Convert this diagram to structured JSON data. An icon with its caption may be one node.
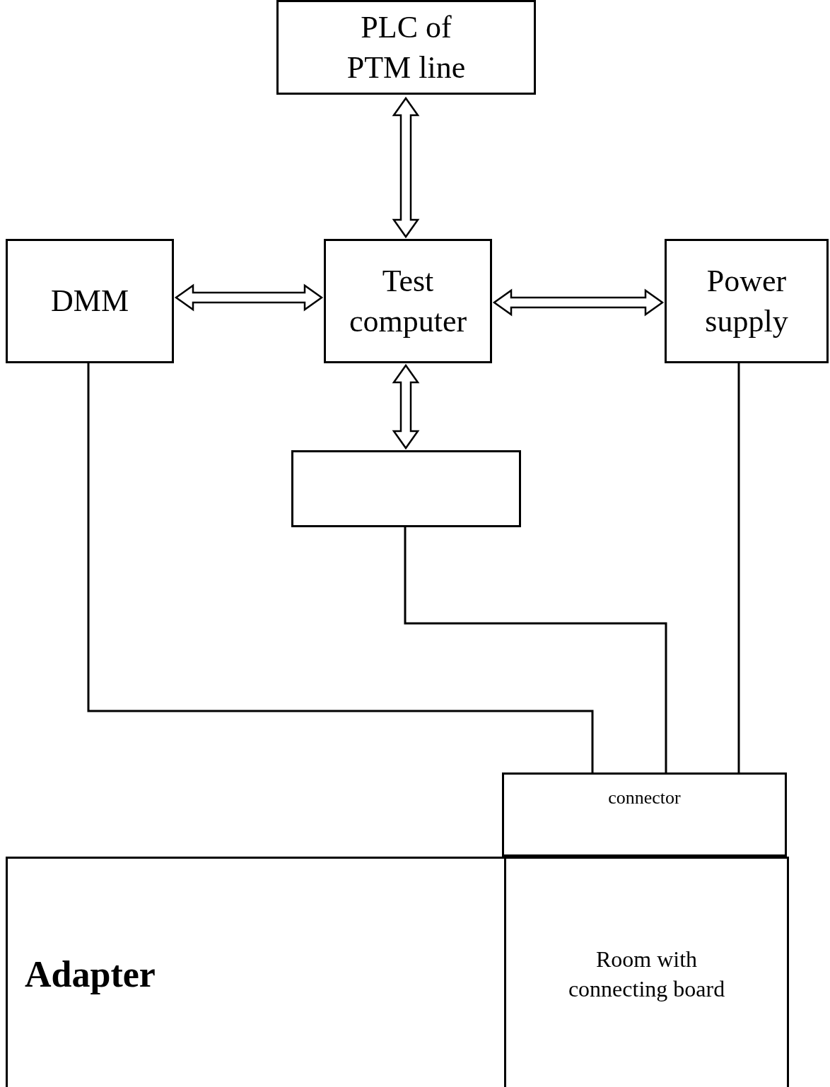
{
  "diagram": {
    "nodes": [
      {
        "text": [
          "PLC of PTM line"
        ]
      },
      {
        "text": [
          "DMM"
        ]
      },
      {
        "text": [
          "Test computer"
        ]
      },
      {
        "text": [
          "Power supply"
        ]
      },
      {
        "text": [],
        "shape": "box"
      },
      {
        "text": [
          "Adapter"
        ]
      },
      {
        "text": [
          "connector"
        ]
      },
      {
        "text": [
          "Room with connecting board"
        ],
        "in": 5
      }
    ],
    "edges": [
      {
        "from": 0,
        "to": 2,
        "arrow": "both"
      },
      {
        "from": 1,
        "to": 2,
        "arrow": "both"
      },
      {
        "from": 2,
        "to": 3,
        "arrow": "both"
      },
      {
        "from": 2,
        "to": 4,
        "arrow": "both"
      },
      {
        "from": 1,
        "to": 6,
        "arrow": "none"
      },
      {
        "from": 4,
        "to": 6,
        "arrow": "none"
      },
      {
        "from": 3,
        "to": 6,
        "arrow": "none"
      }
    ]
  }
}
